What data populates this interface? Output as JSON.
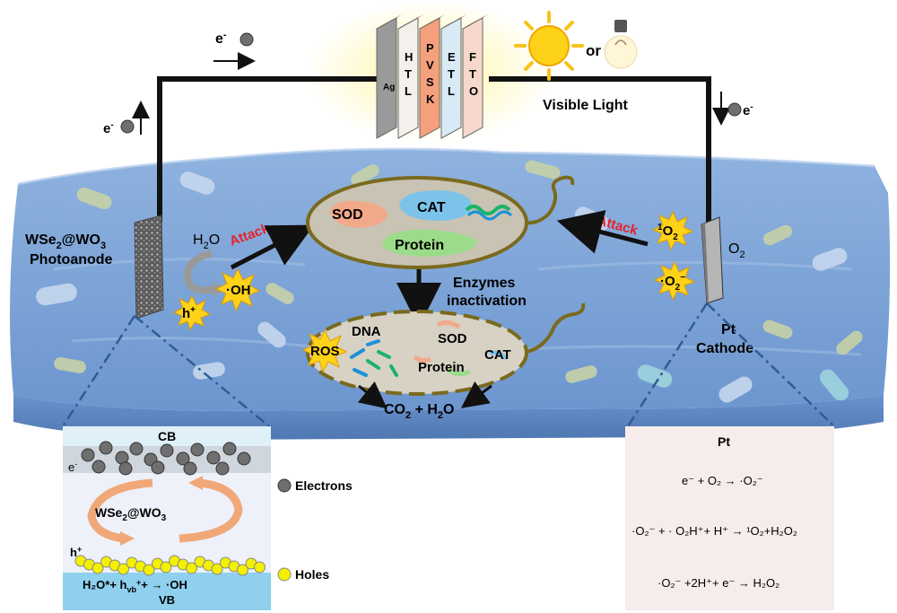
{
  "circuit": {
    "electron_top": "e",
    "electron_left": "e",
    "electron_right": "e",
    "minus": "-",
    "or_label": "or",
    "visible_light": "Visible Light"
  },
  "solar_cell_layers": [
    "Ag",
    "H T L",
    "P V S K",
    "E T L",
    "F T O"
  ],
  "layer_colors": [
    "#9a9a9a",
    "#f4f0ec",
    "#f4a07c",
    "#d8eaf6",
    "#f6d8cc"
  ],
  "photoanode": {
    "label_line1": "WSe",
    "label_sub": "2",
    "label_mid": "@WO",
    "label_sub2": "3",
    "label_line2": "Photoanode",
    "water": "H",
    "water_sub": "2",
    "water_end": "O",
    "hydroxyl": "·OH",
    "hole": "h",
    "hole_sup": "+"
  },
  "attack_left": "Attack",
  "attack_right": "Attack",
  "cell_top": {
    "sod": "SOD",
    "cat": "CAT",
    "protein": "Protein"
  },
  "inactivation": {
    "line1": "Enzymes",
    "line2": "inactivation"
  },
  "cell_bottom": {
    "ros": "ROS",
    "dna": "DNA",
    "sod": "SOD",
    "protein": "Protein",
    "cat": "CAT"
  },
  "products": {
    "text_a": "CO",
    "sub": "2",
    "text_b": " + H",
    "sub2": "2",
    "text_c": "O"
  },
  "cathode": {
    "singlet": "O",
    "singlet_pre": "·",
    "singlet_sup": "1",
    "singlet_sub": "2",
    "o2": "O",
    "o2_sub": "2",
    "superoxide": "·O",
    "superoxide_sub": "2",
    "superoxide_sup": "−",
    "label_line1": "Pt",
    "label_line2": "Cathode"
  },
  "band_panel": {
    "cb": "CB",
    "vb": "VB",
    "e_label": "e",
    "h_label": "h",
    "center_a": "WSe",
    "center_sub": "2",
    "center_b": "@WO",
    "center_sub2": "3",
    "reaction": "H₂O*+ h",
    "reaction_sub": "vb",
    "reaction_end": "+ → ·OH",
    "legend_electrons": "Electrons",
    "legend_holes": "Holes"
  },
  "pt_panel": {
    "title": "Pt",
    "eq1": "e⁻ + O₂ → ·O₂⁻",
    "eq2": "·O₂⁻ + · O₂H⁺+ H⁺ → ¹O₂+H₂O₂",
    "eq3": "·O₂⁻ +2H⁺+ e⁻ → H₂O₂"
  },
  "colors": {
    "water": "#7fa6d6",
    "water_dark": "#4f7fb8",
    "wire": "#111111",
    "attack": "#e8202a",
    "cell_fill": "#c9c3b4",
    "cell_border": "#7a6a1e",
    "sod": "#f2a98a",
    "cat": "#7cc3ea",
    "protein": "#9bdc8a",
    "electron": "#6f6f6f",
    "hole": "#f3f000",
    "burst": "#ffd21a",
    "panel_left": "#eef1f9",
    "panel_right": "#f7ecec"
  }
}
